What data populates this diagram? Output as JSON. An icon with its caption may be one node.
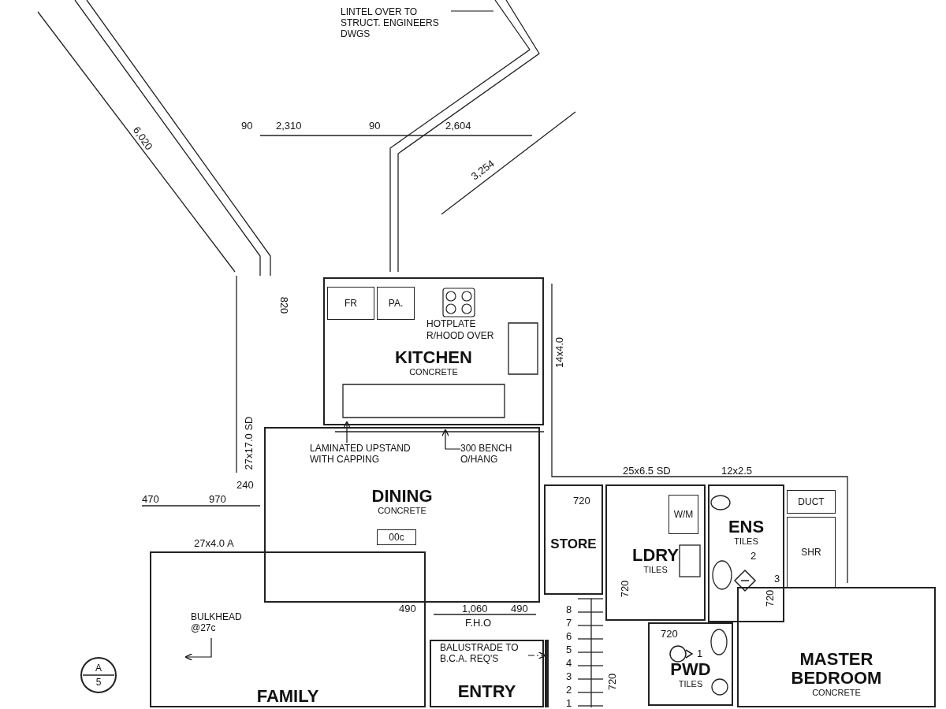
{
  "diagram": {
    "nodes": [
      {
        "text": [
          "LINTEL OVER TO STRUCT. ENGINEERS DWGS"
        ]
      },
      {
        "text": [
          "KITCHEN",
          "CONCRETE"
        ]
      },
      {
        "text": [
          "FR"
        ],
        "in": 1
      },
      {
        "text": [
          "PA."
        ],
        "in": 1
      },
      {
        "text": [
          "DINING",
          "CONCRETE"
        ]
      },
      {
        "text": [
          "00c"
        ],
        "in": 4
      },
      {
        "text": [
          "LAMINATED UPSTAND WITH CAPPING"
        ],
        "in": 4
      },
      {
        "text": [
          "300 BENCH O/HANG"
        ],
        "in": 4
      },
      {
        "text": [
          "STORE"
        ]
      },
      {
        "text": [
          "LDRY",
          "TILES"
        ]
      },
      {
        "text": [
          "W/M"
        ],
        "in": 9
      },
      {
        "text": [
          "ENS",
          "TILES"
        ]
      },
      {
        "text": [
          "DUCT"
        ]
      },
      {
        "text": [
          "SHR"
        ]
      },
      {
        "text": [
          "PWD",
          "TILES"
        ]
      },
      {
        "text": [
          "MASTER BEDROOM",
          "CONCRETE"
        ]
      },
      {
        "text": [
          "FAMILY"
        ]
      },
      {
        "text": [
          "BULKHEAD @27c"
        ],
        "in": 16
      },
      {
        "text": [
          "ENTRY"
        ]
      },
      {
        "text": [
          "BALUSTRADE TO B.C.A. REQ'S"
        ],
        "in": 18
      },
      {
        "text": [
          "A",
          "5"
        ]
      },
      {
        "text": [],
        "shape": "bar"
      }
    ],
    "edges": [
      {
        "from": 0,
        "to": null,
        "arrow": "none"
      },
      {
        "from": 6,
        "to": null,
        "arrow": "to"
      },
      {
        "from": 7,
        "to": null,
        "arrow": "to"
      },
      {
        "from": 17,
        "to": null,
        "arrow": "to"
      },
      {
        "from": 19,
        "to": 21,
        "arrow": "to",
        "style": "dashed"
      }
    ],
    "labels": [
      "6,020",
      "90",
      "2,310",
      "90",
      "2,604",
      "3,254",
      "820",
      "HOTPLATE R/HOOD OVER",
      "14x4.0",
      "27x17.0 SD",
      "25x6.5 SD",
      "12x2.5",
      "470",
      "970",
      "240",
      "720",
      "27x4.0 A",
      "2",
      "720",
      "3",
      "720",
      "490",
      "1,060",
      "490",
      "8",
      "7",
      "6",
      "5",
      "4",
      "3",
      "2",
      "1",
      "F.H.O",
      "720",
      "1",
      "720"
    ]
  }
}
